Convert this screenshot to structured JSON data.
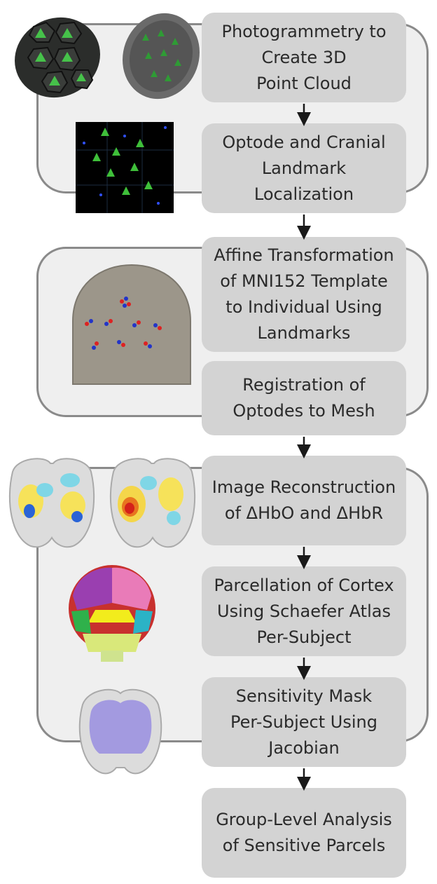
{
  "steps": [
    {
      "label": "Photogrammetry to\nCreate 3D\nPoint Cloud"
    },
    {
      "label": "Optode and Cranial\nLandmark\nLocalization"
    },
    {
      "label": "Affine Transformation\nof MNI152 Template\nto Individual Using\nLandmarks"
    },
    {
      "label": "Registration of\nOptodes to Mesh"
    },
    {
      "label": "Image Reconstruction\nof ΔHbO and ΔHbR"
    },
    {
      "label": "Parcellation of Cortex\nUsing Schaefer Atlas\nPer-Subject"
    },
    {
      "label": "Sensitivity Mask\nPer-Subject Using\nJacobian"
    },
    {
      "label": "Group-Level Analysis\nof Sensitive Parcels"
    }
  ],
  "colors": {
    "step_fill": "#d3d3d3",
    "group_fill": "#efefef",
    "group_border": "#8a8a8a",
    "arrow": "#1a1a1a"
  }
}
